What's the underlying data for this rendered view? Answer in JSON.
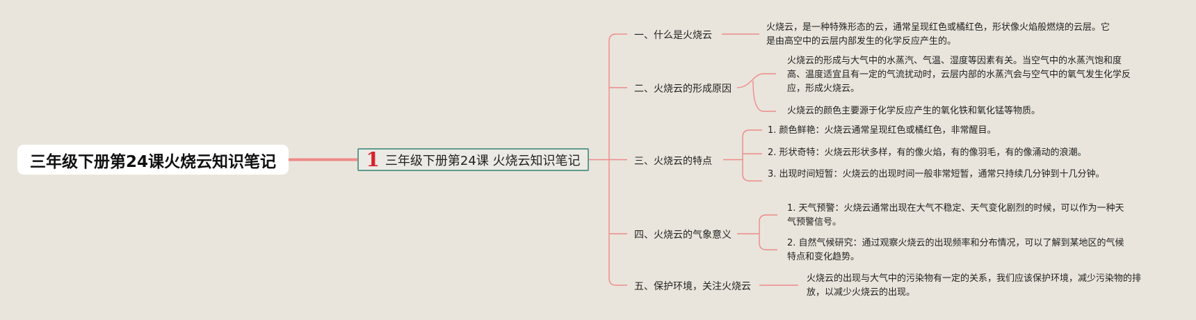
{
  "root": {
    "title": "三年级下册第24课火烧云知识笔记"
  },
  "main": {
    "number": "1",
    "title": "三年级下册第24课 火烧云知识笔记"
  },
  "branches": [
    {
      "label": "一、什么是火烧云",
      "items": [
        "火烧云，是一种特殊形态的云，通常呈现红色或橘红色，形状像火焰般燃烧的云层。它是由高空中的云层内部发生的化学反应产生的。"
      ]
    },
    {
      "label": "二、火烧云的形成原因",
      "items": [
        "火烧云的形成与大气中的水蒸汽、气温、湿度等因素有关。当空气中的水蒸汽饱和度高、温度适宜且有一定的气流扰动时，云层内部的水蒸汽会与空气中的氧气发生化学反应，形成火烧云。",
        "火烧云的颜色主要源于化学反应产生的氧化铁和氧化锰等物质。"
      ]
    },
    {
      "label": "三、火烧云的特点",
      "items": [
        "1. 颜色鲜艳：火烧云通常呈现红色或橘红色，非常醒目。",
        "2. 形状奇特：火烧云形状多样，有的像火焰，有的像羽毛，有的像涌动的浪潮。",
        "3. 出现时间短暂：火烧云的出现时间一般非常短暂，通常只持续几分钟到十几分钟。"
      ]
    },
    {
      "label": "四、火烧云的气象意义",
      "items": [
        "1. 天气预警：火烧云通常出现在大气不稳定、天气变化剧烈的时候，可以作为一种天气预警信号。",
        "2. 自然气候研究：通过观察火烧云的出现频率和分布情况，可以了解到某地区的气候特点和变化趋势。"
      ]
    },
    {
      "label": "五、保护环境，关注火烧云",
      "items": [
        "火烧云的出现与大气中的污染物有一定的关系，我们应该保护环境，减少污染物的排放，以减少火烧云的出现。"
      ]
    }
  ],
  "colors": {
    "line": "#ee8a8a",
    "main_border": "#5f9a8f",
    "number": "#d8222e",
    "background": "#e9e5dc"
  }
}
